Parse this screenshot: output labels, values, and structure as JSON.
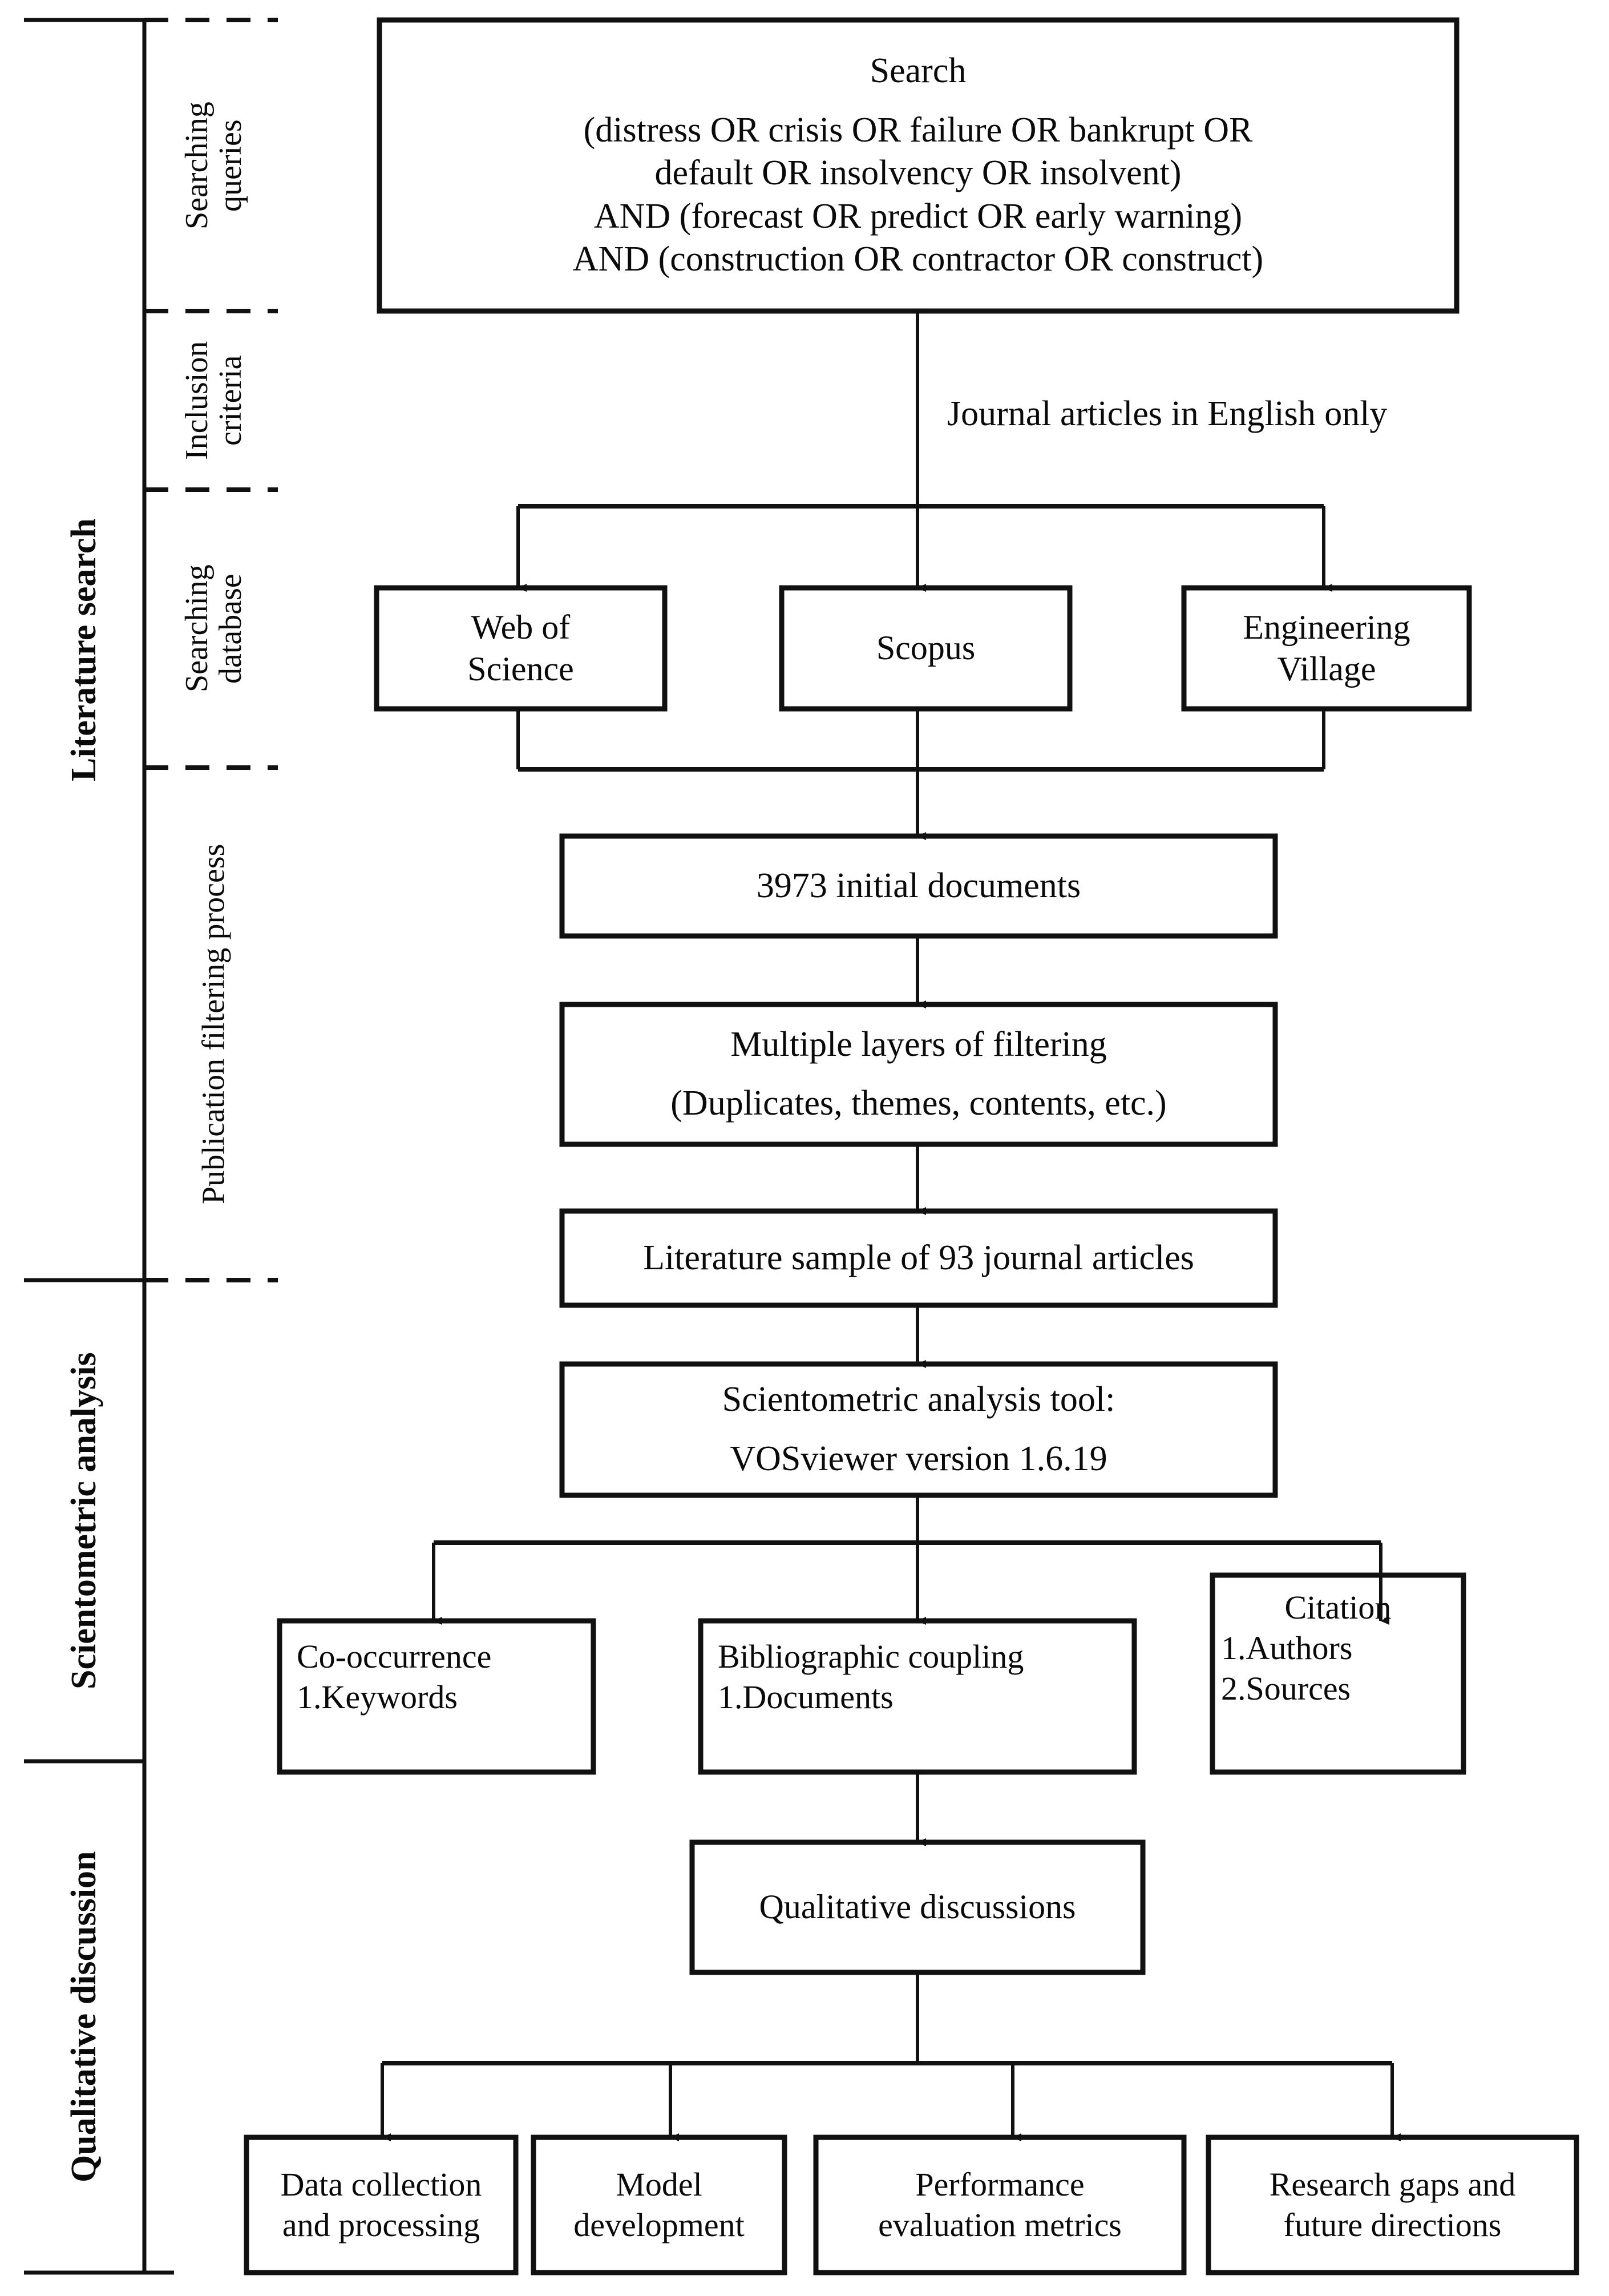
{
  "figure": {
    "type": "flowchart",
    "orientation": "top-to-bottom"
  },
  "phases": [
    {
      "id": "literature-search",
      "label": "Literature search",
      "style": "bold"
    },
    {
      "id": "scientometric-analysis",
      "label": "Scientometric analysis",
      "style": "bold"
    },
    {
      "id": "qualitative-discussion",
      "label": "Qualitative discussion",
      "style": "bold"
    }
  ],
  "subphases": [
    {
      "id": "searching-queries",
      "line1": "Searching",
      "line2": "queries"
    },
    {
      "id": "inclusion-criteria",
      "line1": "Inclusion",
      "line2": "criteria"
    },
    {
      "id": "searching-database",
      "line1": "Searching",
      "line2": "database"
    },
    {
      "id": "publication-filtering-process",
      "line1": "Publication filtering process",
      "line2": ""
    }
  ],
  "search_box": {
    "title": "Search",
    "query_lines": [
      "(distress OR crisis OR failure OR bankrupt OR",
      "default OR insolvency OR insolvent)",
      "AND (forecast OR predict OR early warning)",
      "AND (construction OR contractor OR construct)"
    ]
  },
  "edge_labels": {
    "inclusion_criteria": "Journal articles in English only"
  },
  "databases": [
    {
      "id": "web-of-science",
      "lines": [
        "Web of",
        "Science"
      ]
    },
    {
      "id": "scopus",
      "lines": [
        "Scopus"
      ]
    },
    {
      "id": "engineering-village",
      "lines": [
        "Engineering",
        "Village"
      ]
    }
  ],
  "filter_chain": [
    {
      "id": "initial-documents",
      "lines": [
        "3973 initial documents"
      ]
    },
    {
      "id": "multiple-layers-filtering",
      "lines": [
        "Multiple layers of  filtering",
        "(Duplicates, themes, contents, etc.)"
      ]
    },
    {
      "id": "literature-sample",
      "lines": [
        "Literature sample of 93 journal articles"
      ]
    }
  ],
  "tool_box": {
    "id": "scientometric-tool",
    "lines": [
      "Scientometric analysis tool:",
      "VOSviewer version 1.6.19"
    ]
  },
  "analysis_boxes": [
    {
      "id": "co-occurrence",
      "title": "Co-occurrence",
      "items": [
        "1.Keywords"
      ],
      "align": "left"
    },
    {
      "id": "bibliographic-coupling",
      "title": "Bibliographic coupling",
      "items": [
        "1.Documents"
      ],
      "align": "left"
    },
    {
      "id": "citation",
      "title": "Citation",
      "items": [
        "1.Authors",
        "2.Sources"
      ],
      "align": "left",
      "title_align": "center"
    }
  ],
  "discussion_box": {
    "id": "qualitative-discussions",
    "lines": [
      "Qualitative discussions"
    ]
  },
  "discussion_topics": [
    {
      "id": "data-collection-and-processing",
      "lines": [
        "Data collection",
        "and processing"
      ]
    },
    {
      "id": "model-development",
      "lines": [
        "Model",
        "development"
      ]
    },
    {
      "id": "performance-evaluation-metrics",
      "lines": [
        "Performance",
        "evaluation metrics"
      ]
    },
    {
      "id": "research-gaps-and-future-directions",
      "lines": [
        "Research gaps and",
        "future directions"
      ]
    }
  ],
  "colors": {
    "stroke": "#111111",
    "text": "#0a0a0a",
    "background": "#ffffff"
  }
}
